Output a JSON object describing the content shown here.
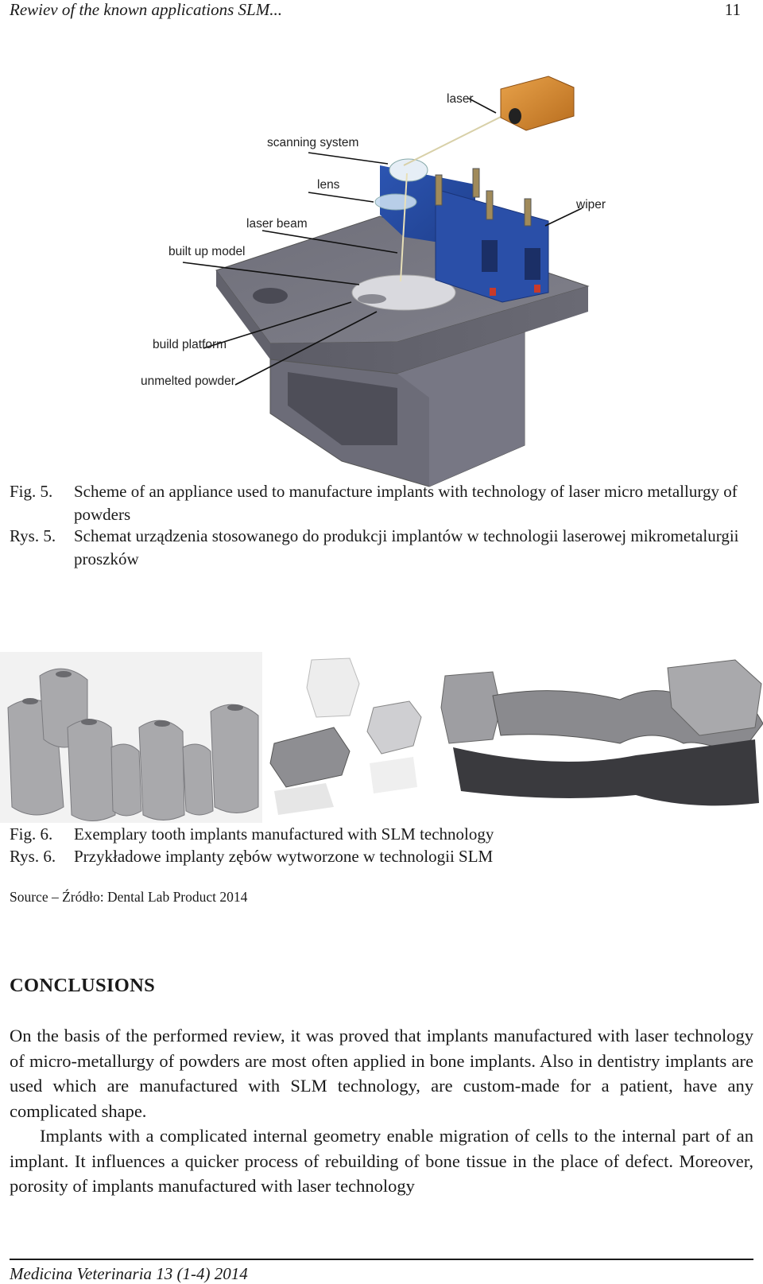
{
  "header": {
    "running_title": "Rewiev of the known applications SLM...",
    "page_number": "11"
  },
  "figure5": {
    "labels": {
      "laser": "laser",
      "scanning_system": "scanning system",
      "lens": "lens",
      "wiper": "wiper",
      "laser_beam": "laser beam",
      "built_up_model": "built up model",
      "build_platform": "build platform",
      "unmelted_powder": "unmelted powder"
    },
    "caption_en_num": "Fig. 5.",
    "caption_en": "Scheme of an appliance used to manufacture implants with technology of laser micro metallurgy of powders",
    "caption_pl_num": "Rys. 5.",
    "caption_pl": "Schemat urządzenia stosowanego do produkcji implantów w technologii laserowej mikrometalurgii proszków"
  },
  "figure6": {
    "caption_en_num": "Fig. 6.",
    "caption_en": "Exemplary tooth implants manufactured with SLM technology",
    "caption_pl_num": "Rys. 6.",
    "caption_pl": "Przykładowe implanty zębów wytworzone w technologii SLM",
    "source": "Source – Źródło: Dental Lab Product 2014"
  },
  "conclusions": {
    "heading": "CONCLUSIONS",
    "paragraph1": "On the basis of the performed review, it was proved that implants manufactured with laser technology of micro-metallurgy of powders are most often applied in bone implants. Also in dentistry implants are used which are manufactured with SLM technology, are custom-made for a patient, have any complicated shape.",
    "paragraph2": "Implants with a complicated internal geometry enable migration of cells to the internal part of an implant. It influences a quicker process of rebuilding of bone tissue in the place of defect. Moreover, porosity of implants manufactured with laser technology"
  },
  "footer": {
    "journal": "Medicina Veterinaria 13 (1-4) 2014"
  }
}
